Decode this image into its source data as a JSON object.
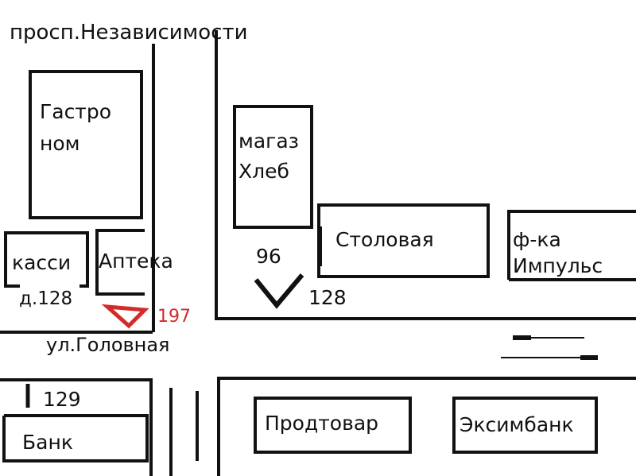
{
  "streets": {
    "main": "просп.Независимости",
    "side": "ул.Головная"
  },
  "buildings": {
    "gastronom": "Гастро ном",
    "gastronom_l1": "Гастро",
    "gastronom_l2": "ном",
    "bread_l1": "магаз",
    "bread_l2": "Хлеб",
    "canteen": "Столовая",
    "factory_l1": "ф-ка",
    "factory_l2": "Импульс",
    "cashier": "касси",
    "pharmacy": "Аптека",
    "grocery": "Продтовар",
    "eximbank": "Эксимбанк",
    "bank": "Банк"
  },
  "stops": {
    "s96": "96",
    "s128a": "128",
    "s128b": "д.128",
    "s197": "197",
    "s129": "129"
  },
  "colors": {
    "ink": "#111111",
    "accent": "#d42a2a"
  }
}
